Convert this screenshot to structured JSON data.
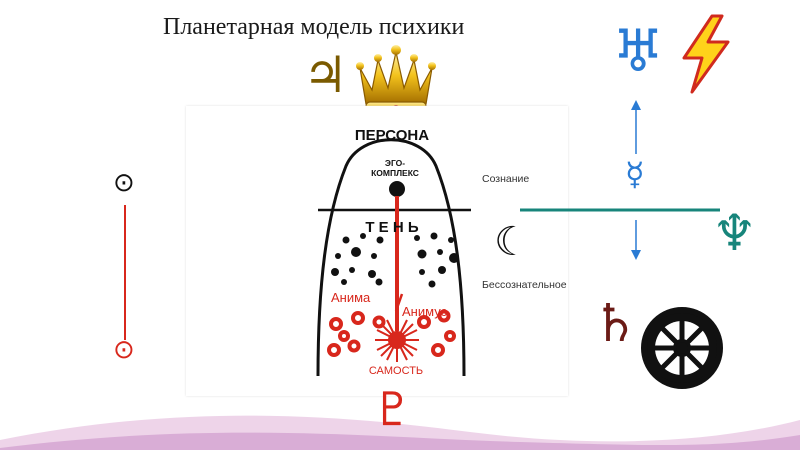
{
  "slide": {
    "title": "Планетарная модель психики"
  },
  "diagram": {
    "persona": "ПЕРСОНА",
    "ego_line1": "ЭГО-",
    "ego_line2": "КОМПЛЕКС",
    "shadow": "Т Е Н Ь",
    "anima": "Анима",
    "animus": "Анимус",
    "self": "САМОСТЬ",
    "conscious": "Сознание",
    "unconscious": "Бессознательное"
  },
  "symbols": {
    "jupiter": "♃",
    "uranus": "♅",
    "sun_top": "⊙",
    "sun_bottom": "⊙",
    "venus": "♀",
    "mars": "♂",
    "mercury": "☿",
    "neptune": "♆",
    "moon": "☾",
    "saturn": "♄",
    "pluto": "♇"
  },
  "colors": {
    "red": "#d8271c",
    "pink": "#e0267a",
    "blue": "#2a7bd4",
    "teal": "#17857b",
    "gold": "#d9a400",
    "saturn": "#6b1b16",
    "black": "#111111"
  }
}
